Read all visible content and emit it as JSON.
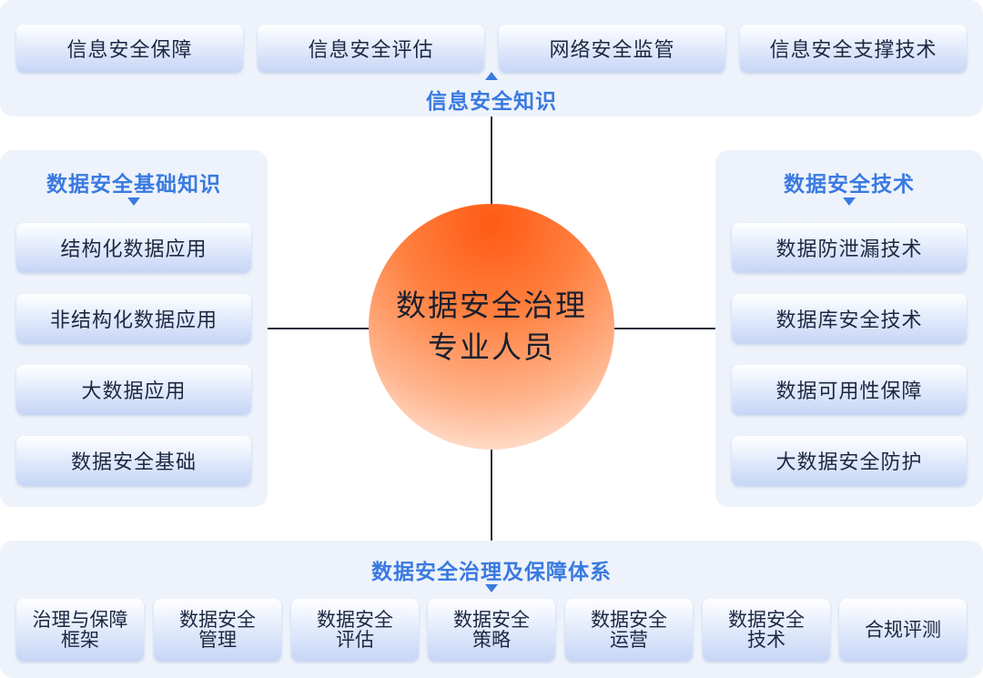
{
  "top": {
    "heading": "信息安全知识",
    "items": [
      "信息安全保障",
      "信息安全评估",
      "网络安全监管",
      "信息安全支撑技术"
    ]
  },
  "left": {
    "heading": "数据安全基础知识",
    "items": [
      "结构化数据应用",
      "非结构化数据应用",
      "大数据应用",
      "数据安全基础"
    ]
  },
  "right": {
    "heading": "数据安全技术",
    "items": [
      "数据防泄漏技术",
      "数据库安全技术",
      "数据可用性保障",
      "大数据安全防护"
    ]
  },
  "center": {
    "line1": "数据安全治理",
    "line2": "专业人员"
  },
  "bottom": {
    "heading": "数据安全治理及保障体系",
    "items": [
      "治理与保障\n框架",
      "数据安全\n管理",
      "数据安全\n评估",
      "数据安全\n策略",
      "数据安全\n运营",
      "数据安全\n技术",
      "合规评测"
    ]
  },
  "colors": {
    "accent": "#3a7ae0",
    "panel_bg": "#eef3fb",
    "center_orange": "#ff5a14"
  }
}
